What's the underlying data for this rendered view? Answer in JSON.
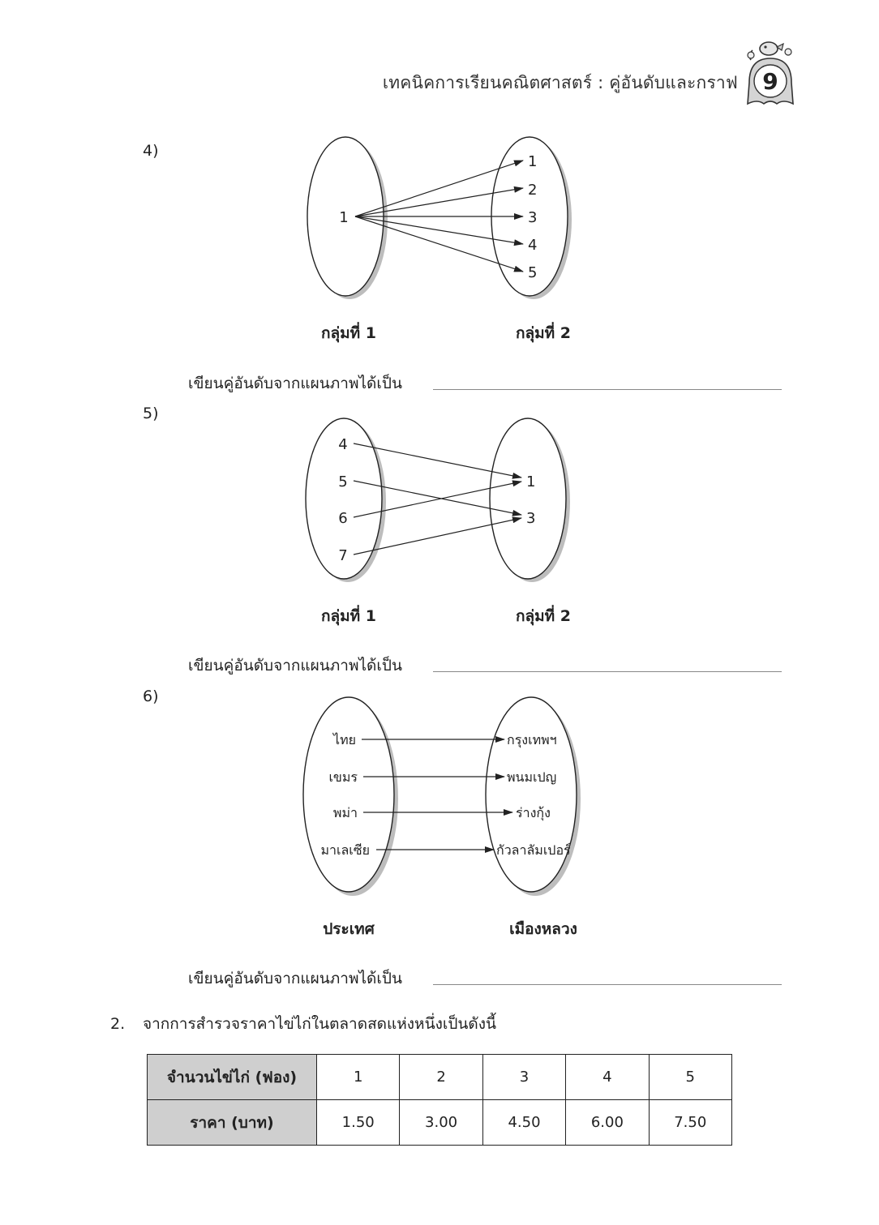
{
  "header": {
    "title": "เทคนิคการเรียนคณิตศาสตร์ : คู่อันดับและกราฟ",
    "page_number": "9"
  },
  "write_prompt": "เขียนคู่อันดับจากแผนภาพได้เป็น",
  "diagrams": [
    {
      "number": "4)",
      "left_label": "กลุ่มที่ 1",
      "right_label": "กลุ่มที่ 2",
      "left_items": [
        "1"
      ],
      "right_items": [
        "1",
        "2",
        "3",
        "4",
        "5"
      ],
      "mappings": [
        [
          0,
          0
        ],
        [
          0,
          1
        ],
        [
          0,
          2
        ],
        [
          0,
          3
        ],
        [
          0,
          4
        ]
      ]
    },
    {
      "number": "5)",
      "left_label": "กลุ่มที่ 1",
      "right_label": "กลุ่มที่ 2",
      "left_items": [
        "4",
        "5",
        "6",
        "7"
      ],
      "right_items": [
        "1",
        "3"
      ],
      "mappings": [
        [
          0,
          0
        ],
        [
          1,
          1
        ],
        [
          2,
          0
        ],
        [
          3,
          1
        ]
      ]
    },
    {
      "number": "6)",
      "left_label": "ประเทศ",
      "right_label": "เมืองหลวง",
      "left_items": [
        "ไทย",
        "เขมร",
        "พม่า",
        "มาเลเซีย"
      ],
      "right_items": [
        "กรุงเทพฯ",
        "พนมเปญ",
        "ร่างกุ้ง",
        "กัวลาลัมเปอร์"
      ],
      "mappings": [
        [
          0,
          0
        ],
        [
          1,
          1
        ],
        [
          2,
          2
        ],
        [
          3,
          3
        ]
      ]
    }
  ],
  "question2": {
    "number": "2.",
    "text": "จากการสำรวจราคาไข่ไก่ในตลาดสดแห่งหนึ่งเป็นดังนี้",
    "table": {
      "row1_header": "จำนวนไข่ไก่ (ฟอง)",
      "row1_values": [
        "1",
        "2",
        "3",
        "4",
        "5"
      ],
      "row2_header": "ราคา (บาท)",
      "row2_values": [
        "1.50",
        "3.00",
        "4.50",
        "6.00",
        "7.50"
      ]
    }
  }
}
